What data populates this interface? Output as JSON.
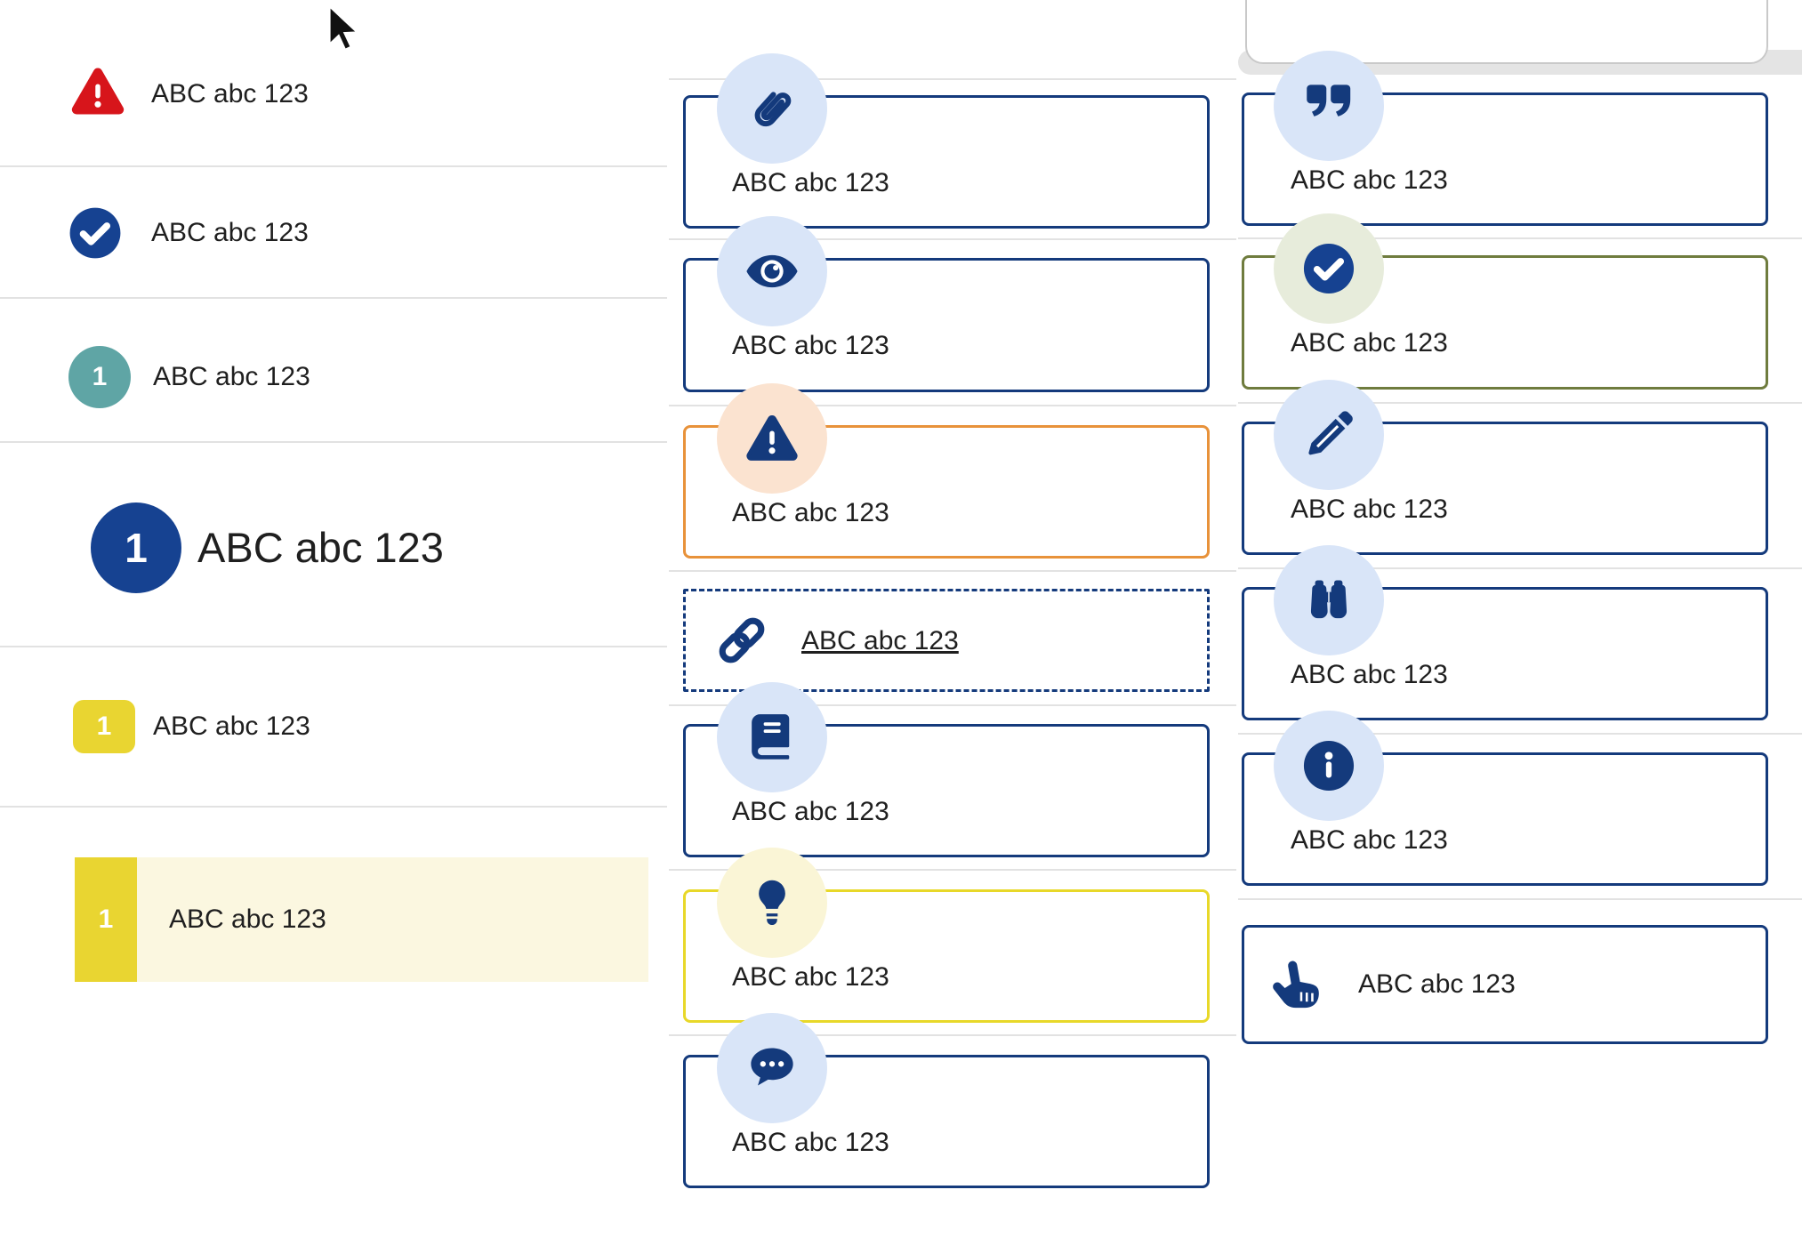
{
  "colors": {
    "navy": "#143a7c",
    "navy_circle": "#164291",
    "light_blue": "#d9e5f8",
    "peach": "#fbe3d0",
    "pale_yellow": "#faf5d6",
    "pale_green": "#e7ecdb",
    "yellow": "#e9d531",
    "cream_highlight": "#fbf7e0",
    "orange": "#e8923a",
    "olive": "#6f7c3e",
    "red": "#d7151b",
    "teal": "#5fa5a5",
    "divider_gray": "#e2e2e2",
    "text": "#1f1f1f"
  },
  "left": {
    "items": [
      {
        "icon": "warning-triangle",
        "label": "ABC abc 123"
      },
      {
        "icon": "check-circle",
        "label": "ABC abc 123"
      },
      {
        "icon": "step-badge-teal",
        "badge": "1",
        "label": "ABC abc 123"
      },
      {
        "icon": "step-badge-navy-large",
        "badge": "1",
        "label": "ABC abc 123"
      },
      {
        "icon": "step-badge-yellow",
        "badge": "1",
        "label": "ABC abc 123"
      },
      {
        "icon": "step-badge-yellow",
        "badge": "1",
        "label": "ABC abc 123",
        "state": "highlighted"
      }
    ]
  },
  "middle": {
    "cards": [
      {
        "icon": "paperclip",
        "label": "ABC abc 123",
        "variant": "navy"
      },
      {
        "icon": "eye",
        "label": "ABC abc 123",
        "variant": "navy"
      },
      {
        "icon": "warning-triangle",
        "label": "ABC abc 123",
        "variant": "orange"
      },
      {
        "icon": "link-chain",
        "label": "ABC abc 123",
        "variant": "dashed-link"
      },
      {
        "icon": "book",
        "label": "ABC abc 123",
        "variant": "navy"
      },
      {
        "icon": "lightbulb",
        "label": "ABC abc 123",
        "variant": "yellow"
      },
      {
        "icon": "chat-bubble",
        "label": "ABC abc 123",
        "variant": "navy"
      }
    ]
  },
  "right": {
    "cards": [
      {
        "icon": "double-quote",
        "label": "ABC abc 123",
        "variant": "navy"
      },
      {
        "icon": "check-circle",
        "label": "ABC abc 123",
        "variant": "olive"
      },
      {
        "icon": "pencil",
        "label": "ABC abc 123",
        "variant": "navy"
      },
      {
        "icon": "binoculars",
        "label": "ABC abc 123",
        "variant": "navy"
      },
      {
        "icon": "info-circle",
        "label": "ABC abc 123",
        "variant": "navy"
      },
      {
        "icon": "hand-pointer",
        "label": "ABC abc 123",
        "variant": "navy-inline"
      }
    ]
  }
}
